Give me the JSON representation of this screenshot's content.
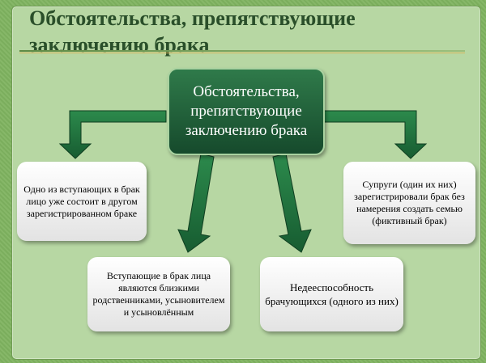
{
  "title": "Обстоятельства, препятствующие заключению брака",
  "center": {
    "text": "Обстоятельства, препятствующие заключению брака"
  },
  "boxes": [
    {
      "text": "Одно из вступающих в брак лицо уже состоит в другом зарегистрированном браке"
    },
    {
      "text": "Вступающие в брак лица являются близкими родственниками, усыновителем и усыновлённым"
    },
    {
      "text": "Недееспособность брачующихся (одного из них)"
    },
    {
      "text": "Супруги (один их них) зарегистрировали брак без намерения создать семью (фиктивный брак)"
    }
  ],
  "colors": {
    "background": "#7fb360",
    "panel": "#b7d7a3",
    "center_box": "#1f5c37",
    "arrows": "#1e6b3a",
    "title_text": "#2a4f2a"
  }
}
